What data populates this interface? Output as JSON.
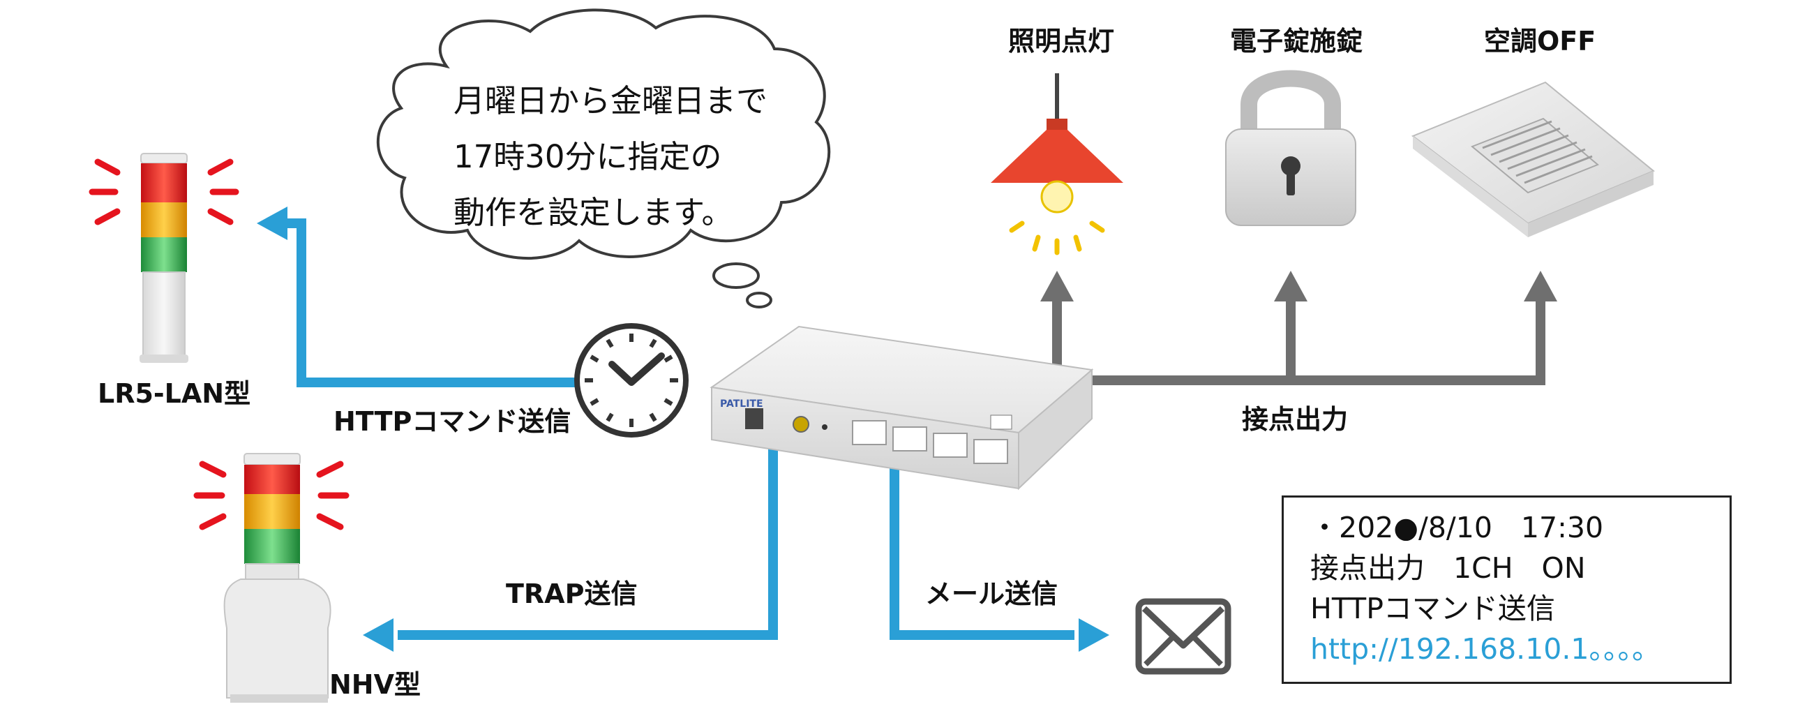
{
  "bubble": {
    "lines": [
      "月曜日から金曜日まで",
      "17時30分に指定の",
      "動作を設定します。"
    ]
  },
  "devices": {
    "lr5_label": "LR5-LAN型",
    "nhv_label": "NHV型",
    "controller_brand": "PATLITE"
  },
  "outputs": {
    "light_label": "照明点灯",
    "lock_label": "電子錠施錠",
    "ac_label": "空調OFF"
  },
  "connections": {
    "http_label": "HTTPコマンド送信",
    "trap_label": "TRAP送信",
    "mail_label": "メール送信",
    "contact_label": "接点出力"
  },
  "info": {
    "line1": "・202●/8/10　17:30",
    "line2": "接点出力　1CH　ON",
    "line3": "HTTPコマンド送信",
    "line4": "http://192.168.10.1。。。。"
  },
  "colors": {
    "blue_arrow": "#2a9fd6",
    "gray_arrow": "#6f6f6f",
    "red_signal": "#e5141e",
    "amber_signal": "#f0a500",
    "green_signal": "#2aa64a",
    "lamp_shade": "#e8452e",
    "lamp_glow": "#f2c200"
  },
  "icons": [
    "signal-tower-icon",
    "clock-icon",
    "lamp-icon",
    "padlock-icon",
    "air-conditioner-icon",
    "envelope-icon",
    "controller-unit-icon",
    "thought-bubble-icon"
  ]
}
